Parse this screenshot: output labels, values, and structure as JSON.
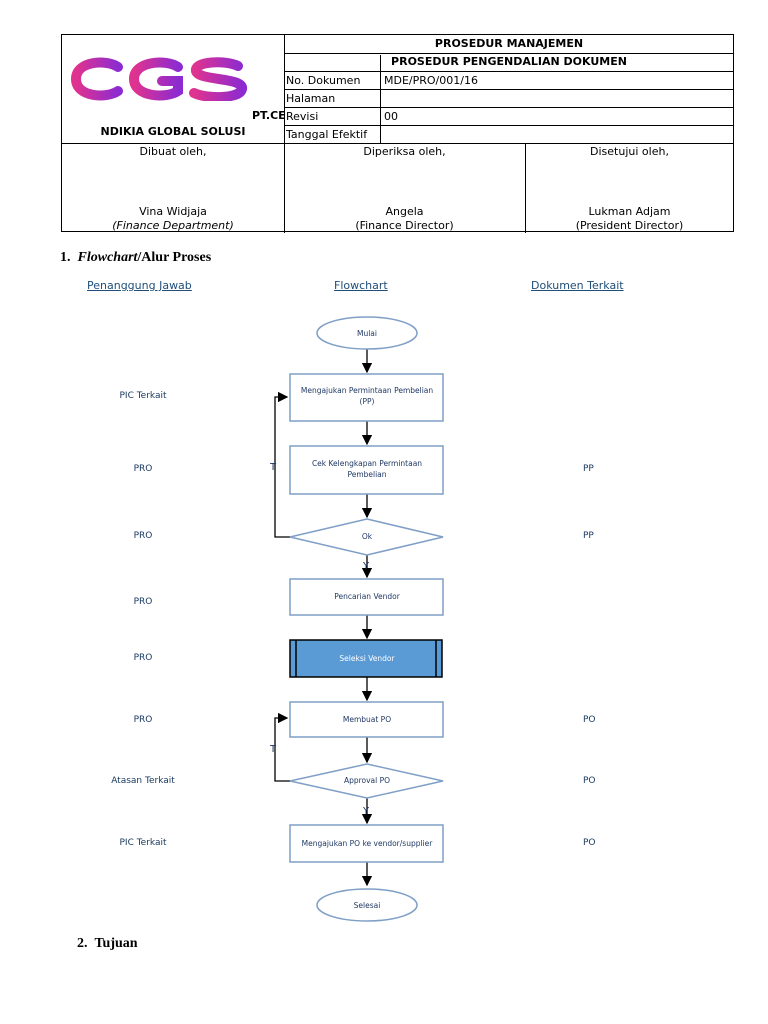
{
  "header": {
    "company": "NDIKIA GLOBAL SOLUSI",
    "company_prefix": "PT.CE",
    "title_1": "PROSEDUR MANAJEMEN",
    "title_2": "PROSEDUR PENGENDALIAN DOKUMEN",
    "fields": [
      {
        "label": "No. Dokumen",
        "value": "MDE/PRO/001/16"
      },
      {
        "label": "Halaman",
        "value": ""
      },
      {
        "label": "Revisi",
        "value": "00"
      },
      {
        "label": "Tanggal Efektif",
        "value": ""
      }
    ],
    "signatures": [
      {
        "role": "Dibuat oleh,",
        "name": "Vina Widjaja",
        "position": "(Finance Department)"
      },
      {
        "role": "Diperiksa oleh,",
        "name": "Angela",
        "position": "(Finance Director)"
      },
      {
        "role": "Disetujui oleh,",
        "name": "Lukman Adjam",
        "position": "(President Director)"
      }
    ],
    "logo_colors": [
      "#e0338f",
      "#8d2bd0"
    ]
  },
  "section1": {
    "number": "1.",
    "title_italic": "Flowchart",
    "title_rest": "/Alur Proses"
  },
  "columns": {
    "left": "Penanggung Jawab",
    "middle": "Flowchart",
    "right": "Dokumen Terkait"
  },
  "flow": {
    "start": "Mulai",
    "end": "Selesai",
    "steps": [
      {
        "text": [
          "Mengajukan Permintaan Pembelian",
          "(PP)"
        ],
        "pj": "PIC Terkait",
        "doc": ""
      },
      {
        "text": [
          "Cek Kelengkapan Permintaan",
          "Pembelian"
        ],
        "pj": "PRO",
        "doc": "PP"
      },
      {
        "text": [
          "Ok"
        ],
        "pj": "PRO",
        "doc": "PP"
      },
      {
        "text": [
          "Pencarian Vendor"
        ],
        "pj": "PRO",
        "doc": ""
      },
      {
        "text": [
          "Seleksi Vendor"
        ],
        "pj": "PRO",
        "doc": ""
      },
      {
        "text": [
          "Membuat PO"
        ],
        "pj": "PRO",
        "doc": "PO"
      },
      {
        "text": [
          "Approval PO"
        ],
        "pj": "Atasan Terkait",
        "doc": "PO"
      },
      {
        "text": [
          "Mengajukan PO ke vendor/supplier"
        ],
        "pj": "PIC Terkait",
        "doc": "PO"
      }
    ],
    "loop_no": "T",
    "loop_yes": "Y",
    "colors": {
      "stroke": "#7f9fc6",
      "text": "#1f3864",
      "highlight": "#5b9bd5"
    }
  },
  "section2": {
    "number": "2.",
    "title": "Tujuan"
  }
}
